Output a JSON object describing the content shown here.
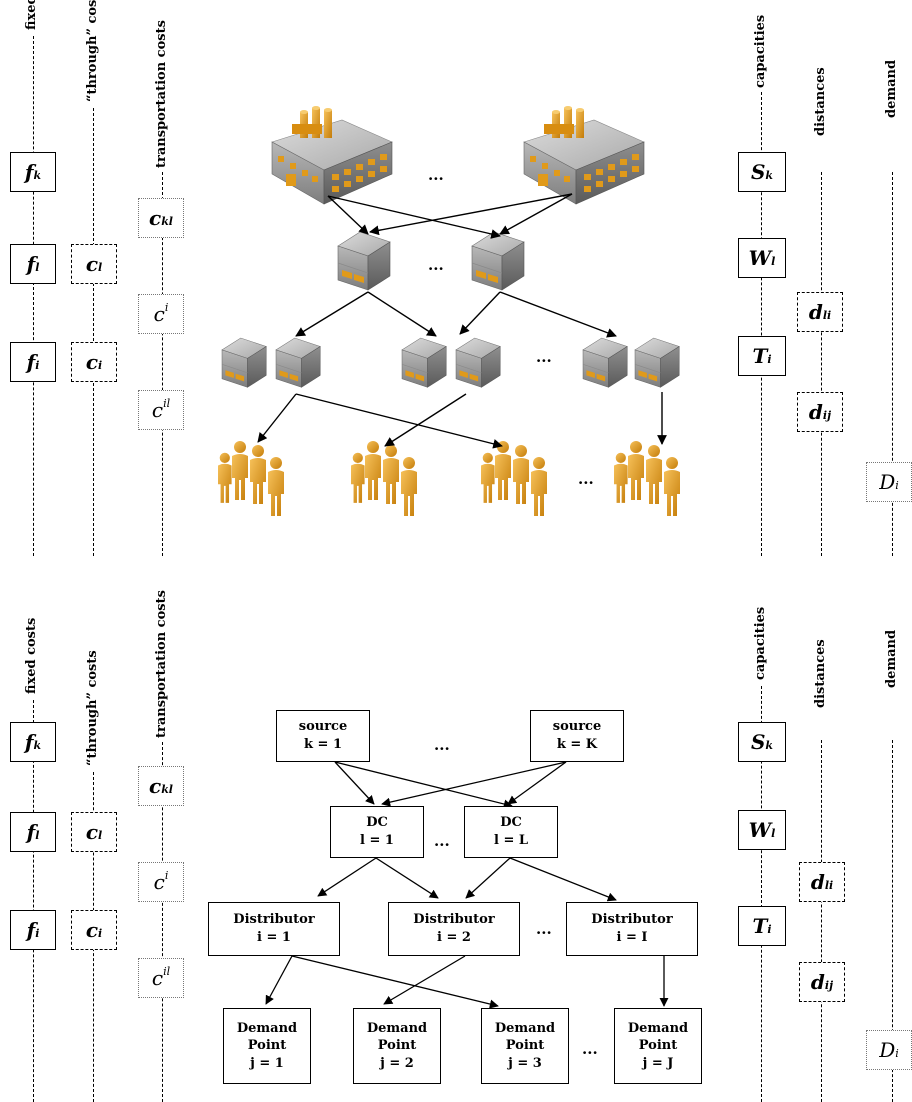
{
  "labels": {
    "fixed_costs": "fixed costs",
    "through_costs": "“through” costs",
    "transportation_costs": "transportation costs",
    "capacities": "capacities",
    "distances": "distances",
    "demand": "demand"
  },
  "symbols": {
    "fk": {
      "main": "f",
      "sub": "k"
    },
    "fl": {
      "main": "f",
      "sub": "l"
    },
    "fi": {
      "main": "f",
      "sub": "i"
    },
    "cl": {
      "main": "c",
      "sub": "l"
    },
    "ci": {
      "main": "c",
      "sub": "i"
    },
    "ckl": {
      "main": "c",
      "sub": "kl"
    },
    "c_i": {
      "main": "c",
      "sup": "i"
    },
    "c_il": {
      "main": "c",
      "sup": "il"
    },
    "sk": {
      "main": "S",
      "sub": "k"
    },
    "wl": {
      "main": "W",
      "sub": "l"
    },
    "ti": {
      "main": "T",
      "sub": "i"
    },
    "dli": {
      "main": "d",
      "sub": "li"
    },
    "dij": {
      "main": "d",
      "sub": "ij"
    },
    "di": {
      "main": "D",
      "sub": "i"
    }
  },
  "ellipsis": "...",
  "nodes": {
    "source1": {
      "name": "source",
      "index": "k = 1"
    },
    "sourceK": {
      "name": "source",
      "index": "k = K"
    },
    "dc1": {
      "name": "DC",
      "index": "l = 1"
    },
    "dcL": {
      "name": "DC",
      "index": "l = L"
    },
    "dist1": {
      "name": "Distributor",
      "index": "i = 1"
    },
    "dist2": {
      "name": "Distributor",
      "index": "i = 2"
    },
    "distI": {
      "name": "Distributor",
      "index": "i = I"
    },
    "dp1": {
      "name1": "Demand",
      "name2": "Point",
      "index": "j = 1"
    },
    "dp2": {
      "name1": "Demand",
      "name2": "Point",
      "index": "j = 2"
    },
    "dp3": {
      "name1": "Demand",
      "name2": "Point",
      "index": "j = 3"
    },
    "dpJ": {
      "name1": "Demand",
      "name2": "Point",
      "index": "j = J"
    }
  },
  "icons": {
    "factory": "factory-icon",
    "warehouse": "warehouse-box-icon",
    "people": "people-group-icon"
  },
  "colors": {
    "accent_orange": "#e09a1a",
    "box_gray": "#9a9a9a"
  }
}
